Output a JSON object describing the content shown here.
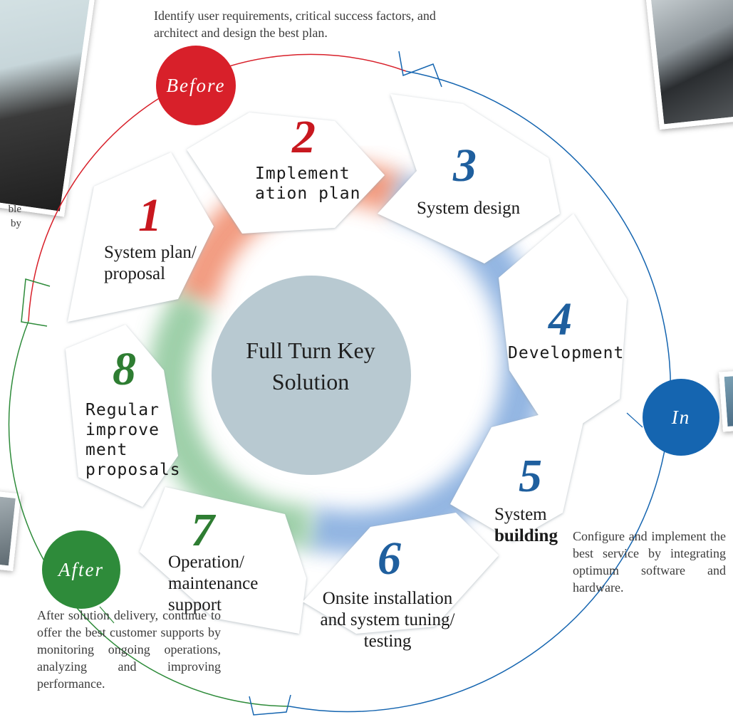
{
  "center": {
    "line1": "Full Turn Key",
    "line2": "Solution"
  },
  "phases": {
    "before": {
      "label": "Before",
      "color": "#d8202a",
      "description": "Identify user requirements, critical success factors, and architect and design the best plan."
    },
    "in": {
      "label": "In",
      "color": "#1565b0",
      "description": "Configure and implement the best service by integrating optimum software and hardware."
    },
    "after": {
      "label": "After",
      "color": "#2e8b3a",
      "description": "After solution delivery, continue to offer the best customer supports by monitoring ongoing operations, analyzing and improving performance."
    }
  },
  "steps": [
    {
      "number": "1",
      "lines": [
        "System plan/",
        "proposal"
      ]
    },
    {
      "number": "2",
      "lines": [
        "Implement",
        "ation plan"
      ]
    },
    {
      "number": "3",
      "lines": [
        "System design"
      ]
    },
    {
      "number": "4",
      "lines": [
        "Development"
      ]
    },
    {
      "number": "5",
      "lines": [
        "System",
        "building"
      ]
    },
    {
      "number": "6",
      "lines": [
        "Onsite installation",
        "and system tuning/",
        "testing"
      ]
    },
    {
      "number": "7",
      "lines": [
        "Operation/",
        "maintenance",
        "support"
      ]
    },
    {
      "number": "8",
      "lines": [
        "Regular",
        "improve",
        "ment",
        "proposals"
      ]
    }
  ],
  "left_fragment": {
    "line1": "ble",
    "line2": "by"
  }
}
